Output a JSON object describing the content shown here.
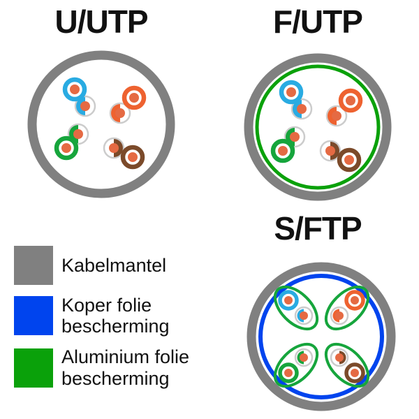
{
  "titles": {
    "uutp": "U/UTP",
    "futp": "F/UTP",
    "sftp": "S/FTP"
  },
  "legend": {
    "items": [
      {
        "label": "Kabelmantel",
        "color": "#808080"
      },
      {
        "label": "Koper folie bescherming",
        "color": "#0044ee"
      },
      {
        "label": "Aluminium folie bescherming",
        "color": "#0aa10a"
      }
    ]
  },
  "colors": {
    "jacket": "#808080",
    "foilBlue": "#0044ee",
    "foilGreen": "#0aa10a",
    "wireBlue": "#29abe2",
    "wireOrange": "#ee6230",
    "wireGreen": "#16a53c",
    "wireBrown": "#7b4a2a",
    "whiteRing": "#cccccc",
    "copper": "#e56a43",
    "text": "#111111",
    "background": "#ffffff"
  }
}
